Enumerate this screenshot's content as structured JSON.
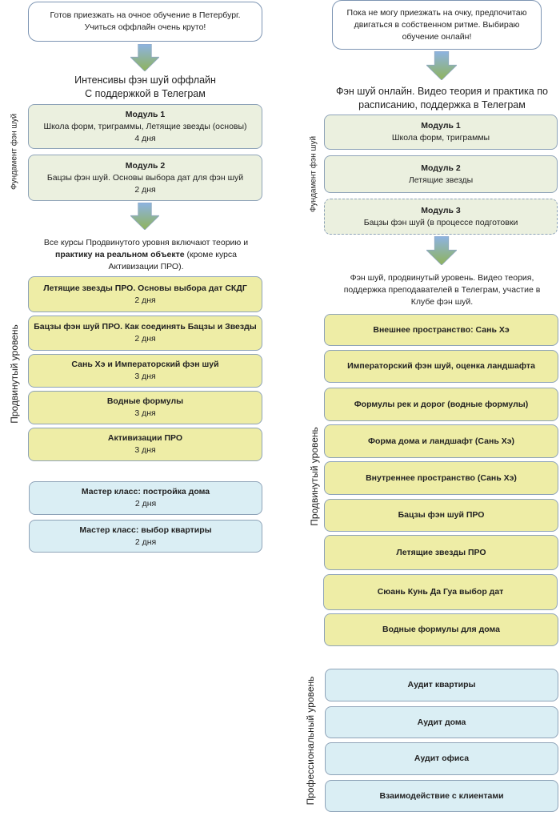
{
  "colors": {
    "intro_bg": "#ffffff",
    "foundation_bg": "#ebf0df",
    "advanced_bg": "#eeeda6",
    "master_bg": "#daeef4",
    "border": "#8ea3b8",
    "arrow_top": "#8db3e2",
    "arrow_bottom": "#8fb35a"
  },
  "left": {
    "intro": "Готов приезжать на очное обучение в Петербург. Учиться оффлайн очень круто!",
    "heading_line1": "Интенсивы фэн шуй оффлайн",
    "heading_line2": "С поддержкой в Телеграм",
    "foundation_label": "Фундамент фэн шуй",
    "modules": [
      {
        "title": "Модуль 1",
        "desc": "Школа форм, триграммы, Летящие звезды (основы)",
        "duration": "4 дня"
      },
      {
        "title": "Модуль 2",
        "desc": "Бацзы фэн шуй. Основы выбора дат для фэн шуй",
        "duration": "2 дня"
      }
    ],
    "note_part1": "Все курсы Продвинутого уровня включают теорию и",
    "note_bold": "практику на реальном объекте",
    "note_part2": "(кроме курса Активизации ПРО).",
    "advanced_label": "Продвинутый уровень",
    "advanced": [
      {
        "title": "Летящие звезды ПРО. Основы выбора дат СКДГ",
        "duration": "2 дня"
      },
      {
        "title": "Бацзы фэн шуй ПРО. Как соединять Бацзы и Звезды",
        "duration": "2 дня"
      },
      {
        "title": "Сань Хэ и Императорский фэн шуй",
        "duration": "3 дня"
      },
      {
        "title": "Водные формулы",
        "duration": "3 дня"
      },
      {
        "title": "Активизации ПРО",
        "duration": "3 дня"
      }
    ],
    "masterclasses": [
      {
        "title": "Мастер класс: постройка дома",
        "duration": "2 дня"
      },
      {
        "title": "Мастер класс: выбор квартиры",
        "duration": "2 дня"
      }
    ]
  },
  "right": {
    "intro": "Пока не могу приезжать на очку, предпочитаю двигаться в собственном ритме. Выбираю обучение онлайн!",
    "heading_line1": "Фэн шуй онлайн. Видео теория и практика по",
    "heading_line2": "расписанию, поддержка в Телеграм",
    "foundation_label": "Фундамент фэн шуй",
    "modules": [
      {
        "title": "Модуль 1",
        "desc": "Школа форм, триграммы"
      },
      {
        "title": "Модуль 2",
        "desc": "Летящие звезды"
      },
      {
        "title": "Модуль 3",
        "desc": "Бацзы фэн шуй (в процессе подготовки"
      }
    ],
    "note": "Фэн шуй, продвинутый уровень. Видео теория, поддержка преподавателей в Телеграм, участие в Клубе фэн шуй.",
    "advanced_label": "Продвинутый уровень",
    "advanced": [
      {
        "title": "Внешнее пространство:  Сань Хэ"
      },
      {
        "title": "Императорский фэн шуй, оценка ландшафта"
      },
      {
        "title": "Формулы рек и дорог (водные формулы)"
      },
      {
        "title": "Форма дома и ландшафт (Сань Хэ)"
      },
      {
        "title": "Внутреннее пространство  (Сань Хэ)"
      },
      {
        "title": "Бацзы фэн шуй ПРО"
      },
      {
        "title": "Летящие звезды ПРО"
      },
      {
        "title": "Сюань Кунь Да Гуа выбор дат"
      },
      {
        "title": "Водные формулы для дома"
      }
    ],
    "professional_label": "Профессиональный уровень",
    "professional": [
      {
        "title": "Аудит квартиры"
      },
      {
        "title": "Аудит дома"
      },
      {
        "title": "Аудит офиса"
      },
      {
        "title": "Взаимодействие с клиентами"
      }
    ]
  }
}
